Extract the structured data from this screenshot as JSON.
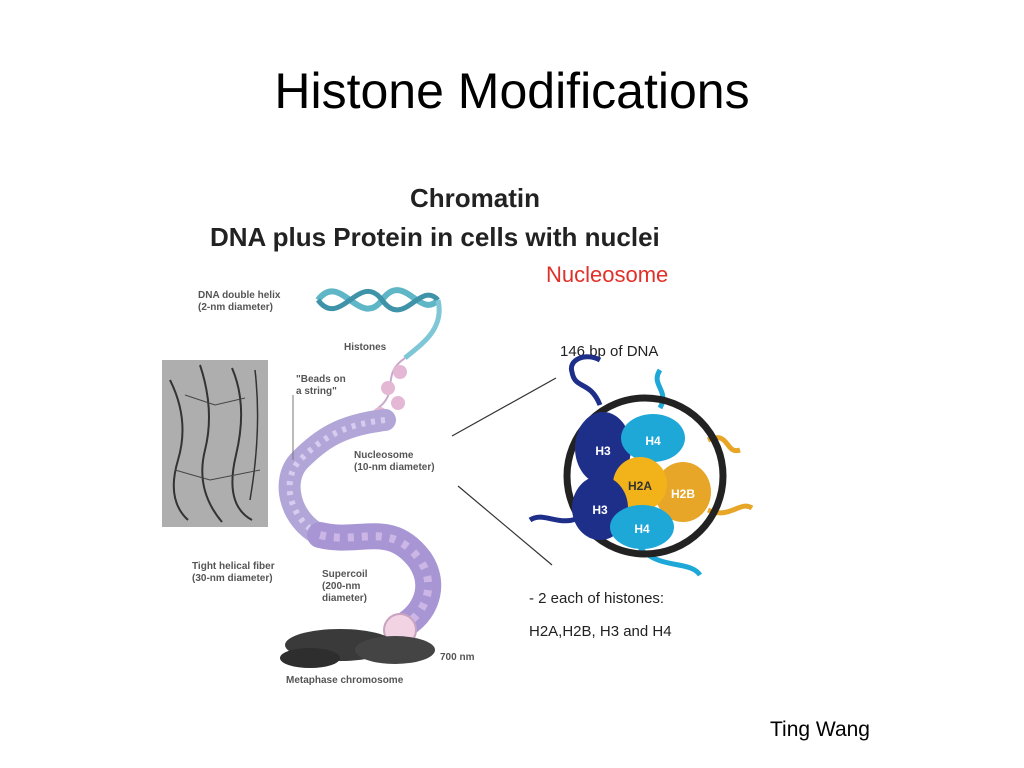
{
  "slide": {
    "title": "Histone Modifications",
    "author": "Ting Wang"
  },
  "figure": {
    "heading": "Chromatin",
    "subheading": "DNA plus Protein in cells with nuclei",
    "nucleosome_title": "Nucleosome",
    "dna_length_label": "146 bp of DNA",
    "histone_note_line1": "- 2 each of histones:",
    "histone_note_line2": "H2A,H2B, H3 and H4",
    "left_labels": {
      "dna_helix": "DNA double helix\n(2-nm diameter)",
      "histones": "Histones",
      "beads": "\"Beads on\na string\"",
      "nucleosome": "Nucleosome\n(10-nm diameter)",
      "helical_fiber": "Tight helical fiber\n(30-nm diameter)",
      "supercoil": "Supercoil\n(200-nm\ndiameter)",
      "scale": "700 nm",
      "metaphase": "Metaphase chromosome"
    },
    "histones": {
      "h3_top": "H3",
      "h4_top": "H4",
      "h2a": "H2A",
      "h2b": "H2B",
      "h3_bottom": "H3",
      "h4_bottom": "H4"
    },
    "colors": {
      "h3": "#1e2f8a",
      "h4": "#1ea8d8",
      "h2a": "#f2b21a",
      "h2b": "#e7a628",
      "nucleosome_title": "#e0302a"
    }
  }
}
